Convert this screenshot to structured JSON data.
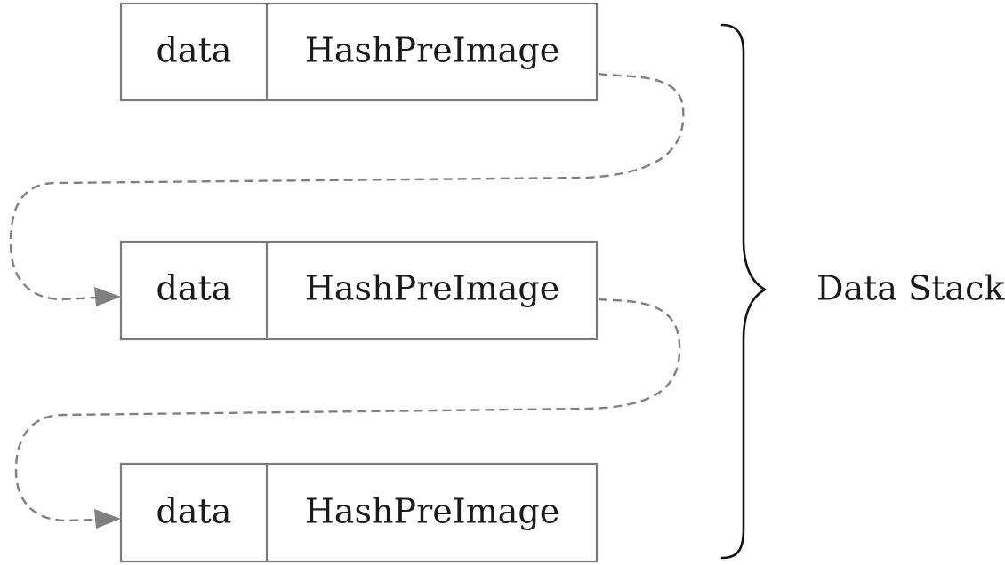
{
  "stack": {
    "items": [
      {
        "data_label": "data",
        "hash_label": "HashPreImage"
      },
      {
        "data_label": "data",
        "hash_label": "HashPreImage"
      },
      {
        "data_label": "data",
        "hash_label": "HashPreImage"
      }
    ],
    "label": "Data Stack"
  },
  "colors": {
    "box_stroke": "#7a7a7a",
    "connector": "#808080",
    "brace": "#111111",
    "text": "#1a1a1a"
  }
}
